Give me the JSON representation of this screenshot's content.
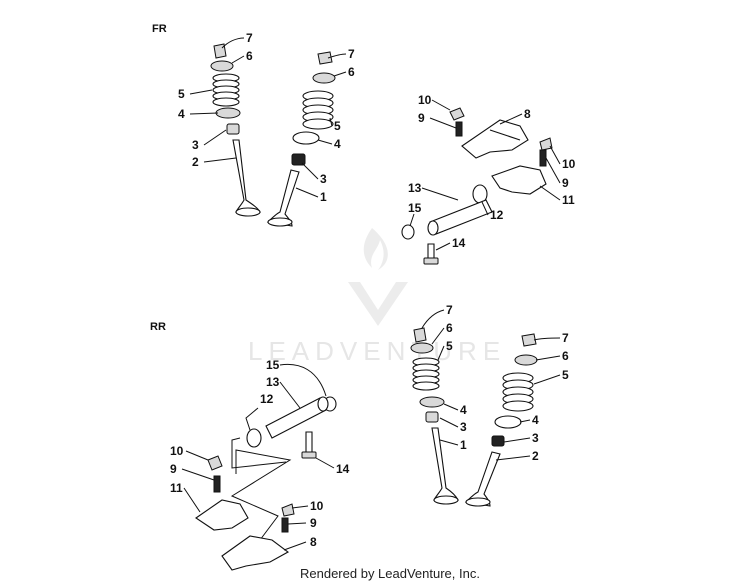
{
  "sections": {
    "front": "FR",
    "rear": "RR"
  },
  "watermark": {
    "text": "LEADVENTURE"
  },
  "footer": {
    "credit": "Rendered by LeadVenture, Inc."
  },
  "callouts": {
    "fr_left": {
      "p7": "7",
      "p6": "6",
      "p5": "5",
      "p4": "4",
      "p3": "3",
      "p2": "2"
    },
    "fr_mid": {
      "p7": "7",
      "p6": "6",
      "p5": "5",
      "p4": "4",
      "p3": "3",
      "p1": "1"
    },
    "fr_rocker": {
      "p10a": "10",
      "p9a": "9",
      "p8": "8",
      "p10b": "10",
      "p9b": "9",
      "p11": "11",
      "p13": "13",
      "p15": "15",
      "p12": "12",
      "p14": "14"
    },
    "rr_shaft": {
      "p15": "15",
      "p13": "13",
      "p12": "12",
      "p14": "14"
    },
    "rr_rocker": {
      "p10a": "10",
      "p9a": "9",
      "p11": "11",
      "p10b": "10",
      "p9b": "9",
      "p8": "8"
    },
    "rr_valve_a": {
      "p7": "7",
      "p6": "6",
      "p5": "5",
      "p4": "4",
      "p3": "3",
      "p1": "1"
    },
    "rr_valve_b": {
      "p7": "7",
      "p6": "6",
      "p5": "5",
      "p4": "4",
      "p3": "3",
      "p2": "2"
    }
  }
}
